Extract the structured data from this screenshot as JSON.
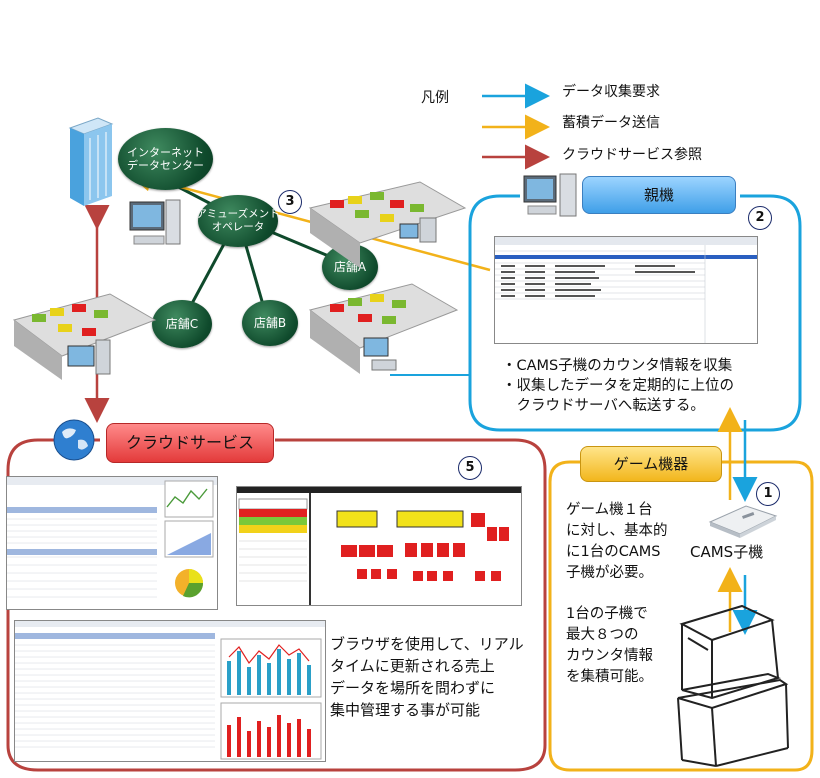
{
  "legend": {
    "title": "凡例",
    "items": [
      {
        "label": "データ収集要求",
        "color": "#1aa3dd"
      },
      {
        "label": "蓄積データ送信",
        "color": "#f2b21a"
      },
      {
        "label": "クラウドサービス参照",
        "color": "#b8423e"
      }
    ]
  },
  "nodes": {
    "datacenter": "インターネット\nデータセンター",
    "operator": "アミューズメント\nオペレータ",
    "store_a": "店舗A",
    "store_b": "店舗B",
    "store_c": "店舗C"
  },
  "markers": [
    "3",
    "2",
    "1",
    "5"
  ],
  "parent": {
    "label": "親機",
    "bullets": [
      "・CAMS子機のカウンタ情報を収集",
      "・収集したデータを定期的に上位の",
      "　クラウドサーバへ転送する。"
    ]
  },
  "game": {
    "label": "ゲーム機器",
    "child_label": "CAMS子機",
    "text1": [
      "ゲーム機１台",
      "に対し、基本的",
      "に1台のCAMS",
      "子機が必要。"
    ],
    "text2": [
      "1台の子機で",
      "最大８つの",
      "カウンタ情報",
      "を集積可能。"
    ]
  },
  "cloud": {
    "label": "クラウドサービス",
    "text": [
      "ブラウザを使用して、リアル",
      "タイムに更新される売上",
      "データを場所を問わずに",
      "集中管理する事が可能"
    ]
  },
  "colors": {
    "blue_arrow": "#1aa3dd",
    "yellow_arrow": "#f2b21a",
    "red_arrow": "#b8423e",
    "node_green": "#0f4a2c"
  }
}
